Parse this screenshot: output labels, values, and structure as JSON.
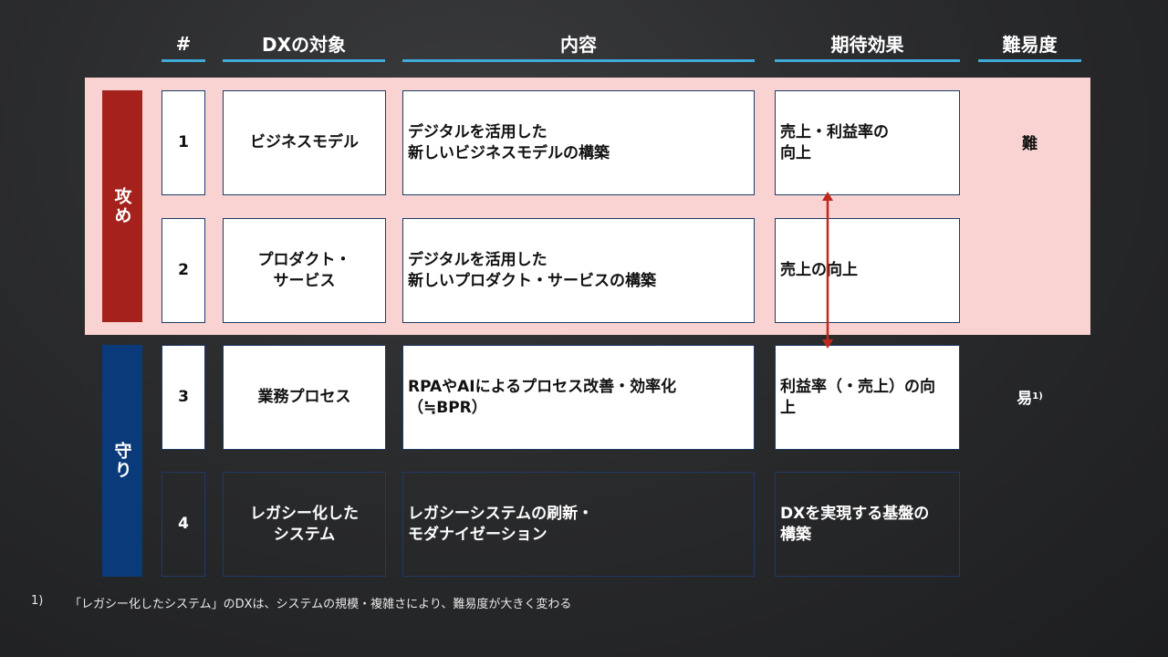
{
  "headers": {
    "num": "#",
    "target": "DXの対象",
    "content": "内容",
    "effect": "期待効果",
    "difficulty": "難易度"
  },
  "groups": {
    "attack": {
      "label": "攻め",
      "color": "#a4221b"
    },
    "defense": {
      "label": "守り",
      "color": "#0b3a7a"
    }
  },
  "band_color": "#f8d3d2",
  "rows": [
    {
      "num": "1",
      "target": "ビジネスモデル",
      "content": "デジタルを活用した\n新しいビジネスモデルの構築",
      "effect": "売上・利益率の\n向上"
    },
    {
      "num": "2",
      "target": "プロダクト・\nサービス",
      "content": "デジタルを活用した\n新しいプロダクト・サービスの構築",
      "effect": "売上の向上"
    },
    {
      "num": "3",
      "target": "業務プロセス",
      "content": "RPAやAIによるプロセス改善・効率化\n（≒BPR）",
      "effect": "利益率（・売上）の向\n上"
    },
    {
      "num": "4",
      "target": "レガシー化した\nシステム",
      "content": "レガシーシステムの刷新・\nモダナイゼーション",
      "effect": "DXを実現する基盤の\n構築"
    }
  ],
  "difficulty": {
    "hard": "難",
    "easy": "易",
    "easy_note_mark": "1)"
  },
  "footnote": {
    "mark": "1)",
    "text": "「レガシー化したシステム」のDXは、システムの規模・複雑さにより、難易度が大きく変わる"
  },
  "arrow_color": "#c0281e"
}
